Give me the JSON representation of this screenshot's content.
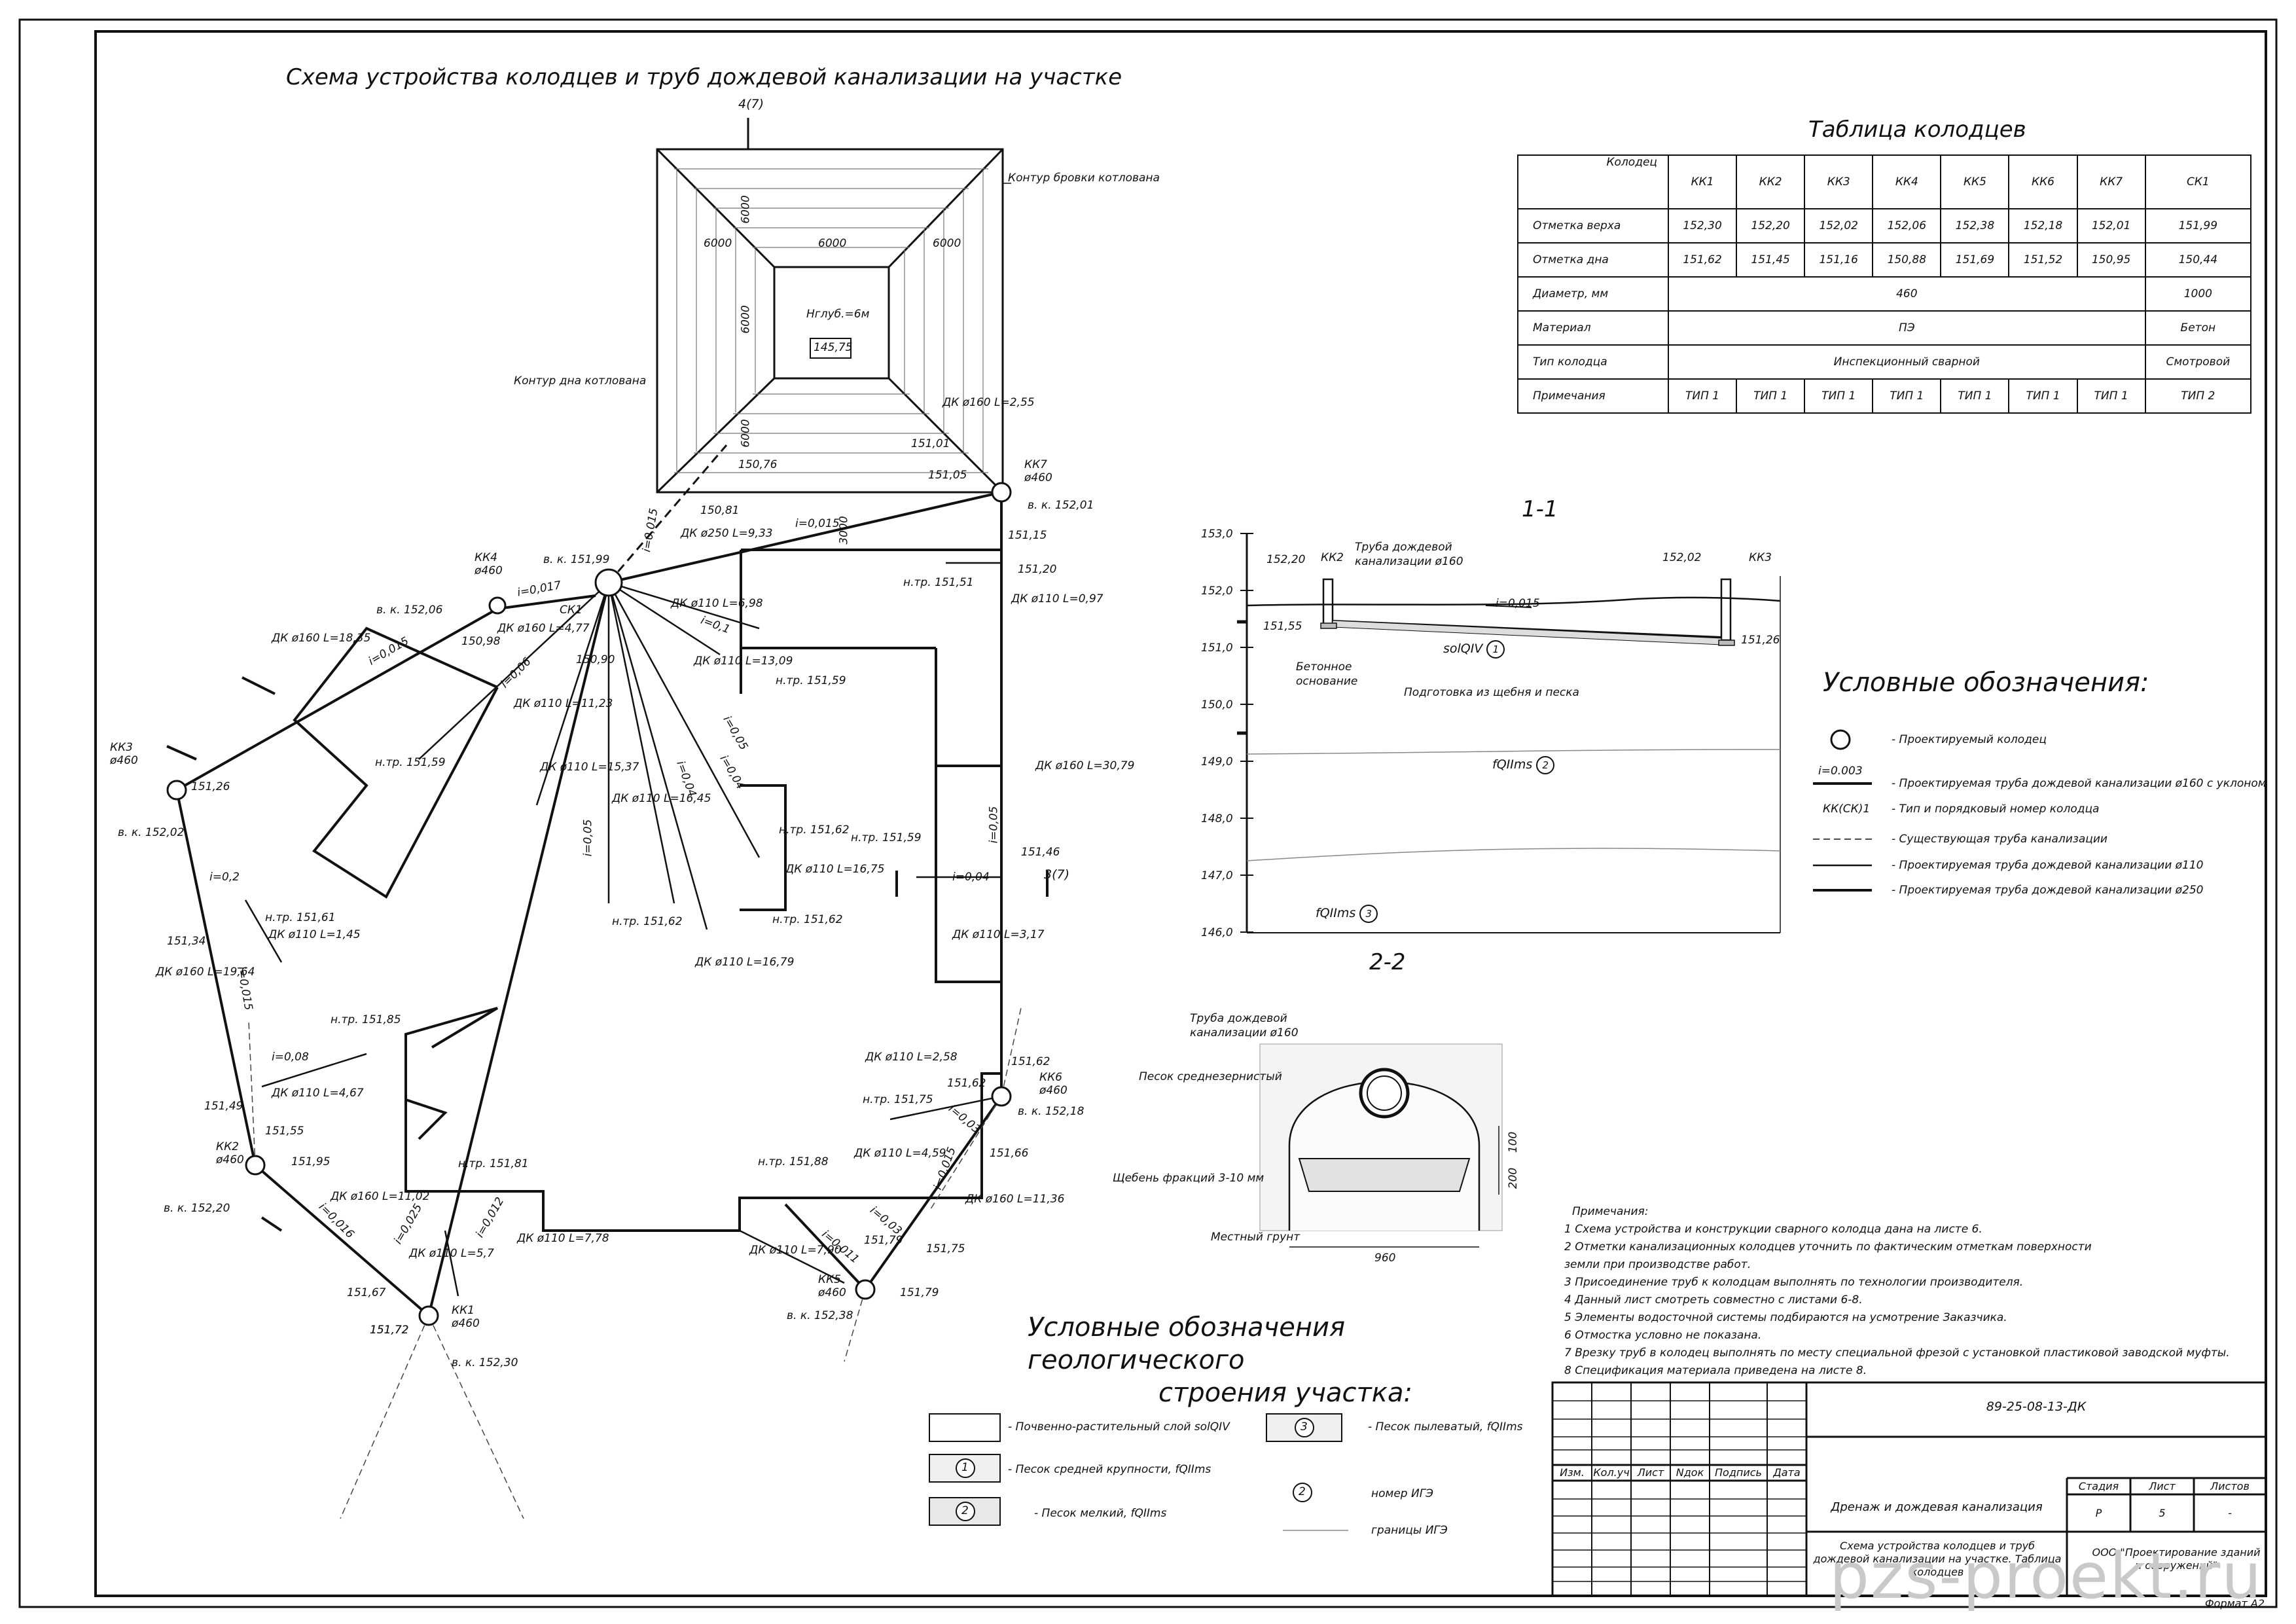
{
  "drawing": {
    "title": "Схема устройства колодцев и труб дождевой канализации на участке",
    "section_mark_top": "4(7)",
    "section_mark_right": "3(7)",
    "pit": {
      "contour_top": "Контур бровки котлована",
      "contour_bottom": "Контур дна котлована",
      "depth_label": "Нглуб.=6м",
      "bottom_mark": "145,75",
      "dims": [
        "6000",
        "6000",
        "6000",
        "6000",
        "6000",
        "6000",
        "3000"
      ]
    },
    "wells": [
      {
        "id": "КК1",
        "dia": "ø460",
        "top": "в. к. 152,30",
        "mark": "151,72"
      },
      {
        "id": "КК2",
        "dia": "ø460",
        "top": "в. к. 152,20",
        "mark": "151,55"
      },
      {
        "id": "КК3",
        "dia": "ø460",
        "top": "в. к. 152,02",
        "mark": "151,26"
      },
      {
        "id": "КК4",
        "dia": "ø460",
        "top": "в. к. 152,06",
        "mark": "150,98"
      },
      {
        "id": "КК5",
        "dia": "ø460",
        "top": "в. к. 152,38",
        "mark": "151,79"
      },
      {
        "id": "КК6",
        "dia": "ø460",
        "top": "в. к. 152,18",
        "mark": "151,62"
      },
      {
        "id": "КК7",
        "dia": "ø460",
        "top": "в. к. 152,01",
        "mark": "151,15"
      },
      {
        "id": "СК1",
        "dia": "",
        "top": "в. к. 151,99",
        "mark": "150,90"
      }
    ],
    "pipe_labels": [
      "ДК ø160 L=18,35",
      "ДК ø160 L=19,64",
      "ДК ø160 L=11,02",
      "ДК ø160 L=4,77",
      "ДК ø160 L=2,55",
      "ДК ø160 L=30,79",
      "ДК ø160 L=11,36",
      "ДК ø250 L=9,33",
      "ДК ø110 L=11,23",
      "ДК ø110 L=15,37",
      "ДК ø110 L=16,45",
      "ДК ø110 L=16,75",
      "ДК ø110 L=16,79",
      "ДК ø110 L=13,09",
      "ДК ø110 L=6,98",
      "ДК ø110 L=0,97",
      "ДК ø110 L=1,45",
      "ДК ø110 L=4,67",
      "ДК ø110 L=5,7",
      "ДК ø110 L=7,78",
      "ДК ø110 L=7,90",
      "ДК ø110 L=4,59",
      "ДК ø110 L=2,58",
      "ДК ø110 L=3,17"
    ],
    "marks": [
      "н.тр. 151,59",
      "н.тр. 151,51",
      "н.тр. 151,59",
      "н.тр. 151,62",
      "н.тр. 151,62",
      "н.тр. 151,62",
      "н.тр. 151,59",
      "н.тр. 151,61",
      "н.тр. 151,85",
      "н.тр. 151,81",
      "н.тр. 151,88",
      "н.тр. 151,75",
      "150,81",
      "150,76",
      "151,01",
      "151,05",
      "151,20",
      "151,46",
      "151,34",
      "151,49",
      "151,67",
      "151,72",
      "151,75",
      "151,66",
      "151,62",
      "151,79",
      "151,95"
    ],
    "slopes": [
      "i=0,015",
      "i=0,017",
      "i=0,015",
      "i=0,06",
      "i=0,2",
      "i=0,015",
      "i=0,08",
      "i=0,016",
      "i=0,025",
      "i=0,012",
      "i=0,011",
      "i=0,03",
      "i=0,015",
      "i=0,03",
      "i=0,04",
      "i=0,05",
      "i=0,04",
      "i=0,04",
      "i=0,05",
      "i=0,015",
      "i=0,1",
      "i=0,05"
    ]
  },
  "wells_table": {
    "title": "Таблица колодцев",
    "corner": "Колодец",
    "columns": [
      "КК1",
      "КК2",
      "КК3",
      "КК4",
      "КК5",
      "КК6",
      "КК7",
      "СК1"
    ],
    "rows": [
      {
        "label": "Отметка верха",
        "values": [
          "152,30",
          "152,20",
          "152,02",
          "152,06",
          "152,38",
          "152,18",
          "152,01",
          "151,99"
        ]
      },
      {
        "label": "Отметка дна",
        "values": [
          "151,62",
          "151,45",
          "151,16",
          "150,88",
          "151,69",
          "151,52",
          "150,95",
          "150,44"
        ]
      }
    ],
    "merged_rows": [
      {
        "label": "Диаметр, мм",
        "common": "460",
        "last": "1000"
      },
      {
        "label": "Материал",
        "common": "ПЭ",
        "last": "Бетон"
      },
      {
        "label": "Тип колодца",
        "common": "Инспекционный сварной",
        "last": "Смотровой"
      }
    ],
    "notes_row": {
      "label": "Примечания",
      "values": [
        "ТИП 1",
        "ТИП 1",
        "ТИП 1",
        "ТИП 1",
        "ТИП 1",
        "ТИП 1",
        "ТИП 1",
        "ТИП 2"
      ]
    }
  },
  "section_1_1": {
    "title": "1-1",
    "pipe_label": "Труба дождевой канализации ø160",
    "slope": "i=0,015",
    "elevations": [
      "153,0",
      "152,0",
      "151,0",
      "150,0",
      "149,0",
      "148,0",
      "147,0",
      "146,0"
    ],
    "left_well": "КК2",
    "right_well": "КК3",
    "left_top": "152,20",
    "right_top": "152,02",
    "left_bottom": "151,55",
    "right_bottom": "151,26",
    "base": "Бетонное основание",
    "prep": "Подготовка из щебня и песка",
    "layers": [
      "solQIV",
      "fQIIms",
      "fQIIms"
    ],
    "layer_nums": [
      "1",
      "2",
      "3"
    ]
  },
  "section_2_2": {
    "title": "2-2",
    "pipe": "Труба дождевой канализации ø160",
    "sand": "Песок среднезернистый",
    "gravel": "Щебень фракций 3-10 мм",
    "soil": "Местный грунт",
    "dims": [
      "960",
      "200",
      "100"
    ]
  },
  "legend": {
    "title": "Условные обозначения:",
    "items": [
      "- Проектируемый колодец",
      "- Проектируемая труба дождевой канализации ø160 с уклоном",
      "- Тип и порядковый номер колодца",
      "- Существующая труба канализации",
      "- Проектируемая труба дождевой канализации ø110",
      "- Проектируемая труба дождевой канализации ø250"
    ],
    "slope_example": "i=0.003",
    "well_code": "КК(СК)1"
  },
  "geo_legend": {
    "title_lines": [
      "Условные обозначения",
      "геологического",
      "строения участка:"
    ],
    "items": [
      "- Почвенно-растительный слой solQIV",
      "- Песок средней крупности, fQIIms",
      "- Песок мелкий, fQIIms",
      "- Песок пылеватый, fQIIms",
      "номер ИГЭ",
      "границы ИГЭ"
    ],
    "nums": [
      "1",
      "2",
      "3",
      "2"
    ]
  },
  "notes": {
    "title": "Примечания:",
    "items": [
      "1 Схема устройства и конструкции сварного колодца дана на листе 6.",
      "2 Отметки канализационных колодцев уточнить по фактическим отметкам поверхности",
      "   земли при производстве работ.",
      "3 Присоединение труб к колодцам выполнять по технологии производителя.",
      "4 Данный лист смотреть совместно с листами 6-8.",
      "5 Элементы водосточной системы подбираются на усмотрение Заказчика.",
      "6 Отмостка условно не показана.",
      "7 Врезку труб в колодец выполнять по месту специальной фрезой с установкой пластиковой заводской муфты.",
      "8 Спецификация материала приведена на листе 8."
    ]
  },
  "title_block": {
    "code": "89-25-08-13-ДК",
    "headers": [
      "Изм.",
      "Кол.уч",
      "Лист",
      "Nдок",
      "Подпись",
      "Дата"
    ],
    "stage_h": "Стадия",
    "sheet_h": "Лист",
    "sheets_h": "Листов",
    "stage": "Р",
    "sheet": "5",
    "sheets": "-",
    "name": "Дренаж и дождевая канализация",
    "sheet_title": "Схема устройства колодцев и труб дождевой канализации на участке. Таблица колодцев",
    "org": "ООО \"Проектирование зданий и сооружений\"",
    "format": "Формат А2"
  },
  "watermark": "pzs-proekt.ru"
}
